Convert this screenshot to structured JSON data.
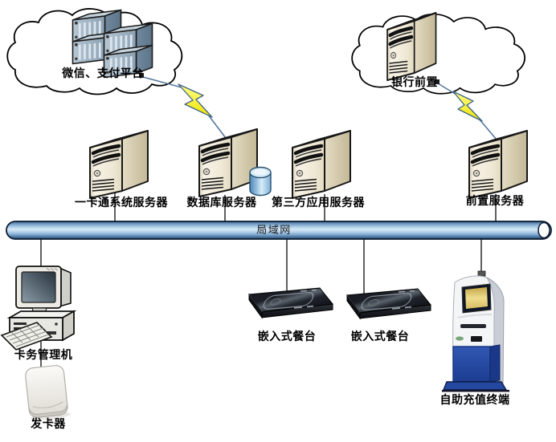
{
  "diagram": {
    "type": "network-topology",
    "nodes": {
      "cloud_left": {
        "label": "微信、支付平台",
        "shape": "cloud",
        "icon": "rack-server-cluster-icon"
      },
      "cloud_right": {
        "label": "银行前置",
        "shape": "cloud",
        "icon": "tower-server-icon"
      },
      "server_onecard": {
        "label": "一卡通系统服务器",
        "icon": "tower-server-icon"
      },
      "server_database": {
        "label": "数据库服务器",
        "icon": "tower-server-database-icon"
      },
      "server_thirdparty": {
        "label": "第三方应用服务器",
        "icon": "tower-server-icon"
      },
      "server_front": {
        "label": "前置服务器",
        "icon": "tower-server-icon"
      },
      "lan_bus": {
        "label": "局域网",
        "shape": "pipe"
      },
      "card_manager": {
        "label": "卡务管理机",
        "icon": "desktop-pc-icon"
      },
      "card_issuer": {
        "label": "发卡器",
        "icon": "card-reader-icon"
      },
      "dining_terminal_1": {
        "label": "嵌入式餐台",
        "icon": "embedded-panel-icon"
      },
      "dining_terminal_2": {
        "label": "嵌入式餐台",
        "icon": "embedded-panel-icon"
      },
      "recharge_kiosk": {
        "label": "自助充值终端",
        "icon": "kiosk-icon"
      }
    },
    "connections": [
      {
        "from": "cloud_left",
        "to": "server_database",
        "style": "lightning-bolt"
      },
      {
        "from": "cloud_right",
        "to": "server_front",
        "style": "lightning-bolt"
      },
      {
        "from": "server_onecard",
        "to": "lan_bus",
        "style": "line"
      },
      {
        "from": "server_database",
        "to": "lan_bus",
        "style": "line"
      },
      {
        "from": "server_thirdparty",
        "to": "lan_bus",
        "style": "line"
      },
      {
        "from": "server_front",
        "to": "lan_bus",
        "style": "line"
      },
      {
        "from": "lan_bus",
        "to": "card_manager",
        "style": "line"
      },
      {
        "from": "card_manager",
        "to": "card_issuer",
        "style": "line"
      },
      {
        "from": "lan_bus",
        "to": "dining_terminal_1",
        "style": "line"
      },
      {
        "from": "lan_bus",
        "to": "dining_terminal_2",
        "style": "line"
      },
      {
        "from": "lan_bus",
        "to": "recharge_kiosk",
        "style": "line"
      }
    ],
    "colors": {
      "background": "#ffffff",
      "bus_pipe_blue": "#7ea9d2",
      "server_beige": "#efe8d6",
      "bolt_yellow": "#f5ec00",
      "kiosk_blue": "#2a4fa8",
      "panel_black": "#15181d",
      "rack_steel": "#9fb2c2",
      "db_cylinder_blue": "#8fc0e4"
    }
  }
}
